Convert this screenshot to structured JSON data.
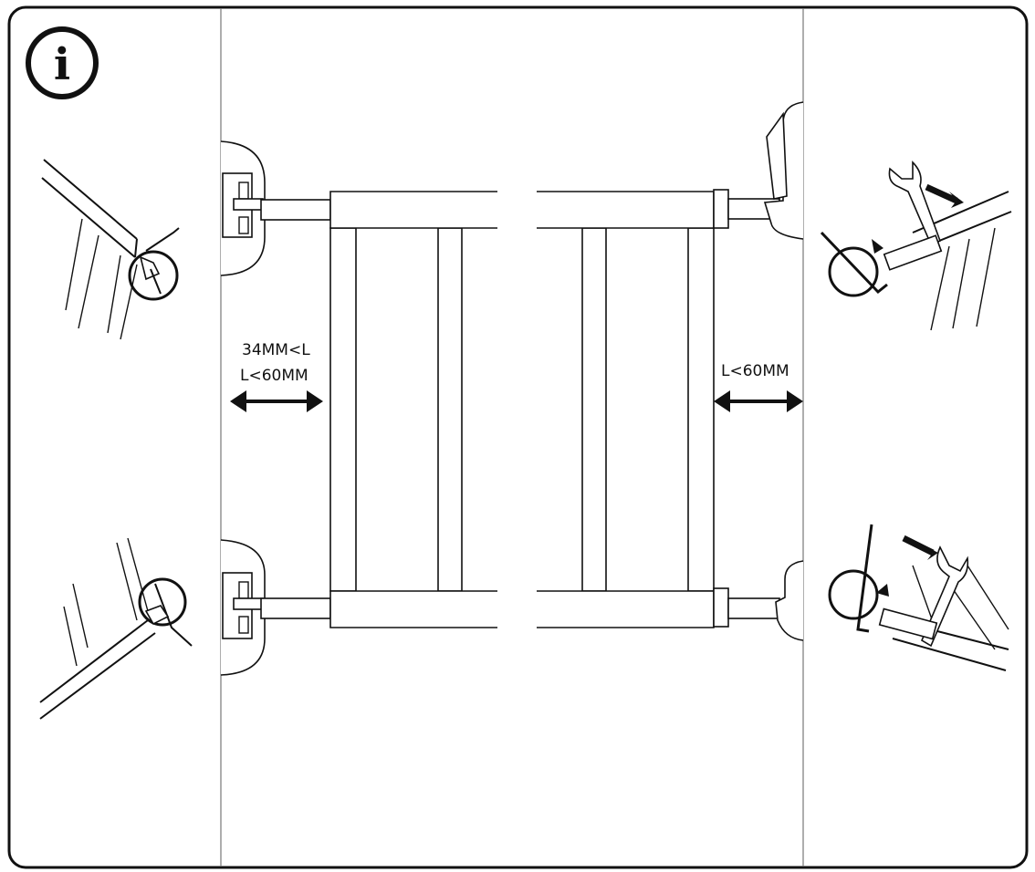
{
  "info_icon": {
    "glyph": "i",
    "icon": "info-icon"
  },
  "labels": {
    "left_gap_line1": "34MM<L",
    "left_gap_line2": "L<60MM",
    "right_gap": "L<60MM"
  },
  "colors": {
    "line": "#111111",
    "background": "#ffffff"
  }
}
